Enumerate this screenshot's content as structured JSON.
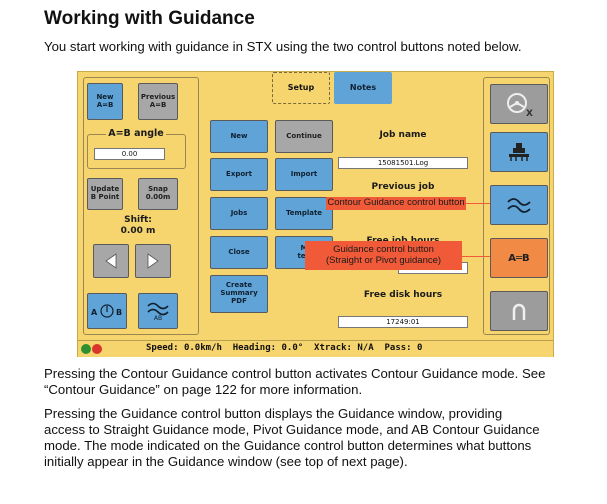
{
  "doc": {
    "title": "Working with Guidance",
    "intro": "You start working with guidance in STX using the two control buttons noted below.",
    "para1_line1": "Pressing the Contour Guidance control button activates Contour Guidance mode. See",
    "para1_line2": "“Contour Guidance” on page 122 for more information.",
    "para2_line1": "Pressing the Guidance control button displays the Guidance window, providing",
    "para2_line2": "access to Straight Guidance mode, Pivot Guidance mode, and AB Contour Guidance",
    "para2_line3": "mode. The mode indicated on the Guidance control button determines what buttons",
    "para2_line4": "initially appear in the Guidance window (see top of next page)."
  },
  "tabs": {
    "setup": "Setup",
    "notes": "Notes"
  },
  "left": {
    "new_ab_l1": "New",
    "new_ab_l2": "A=B",
    "prev_ab_l1": "Previous",
    "prev_ab_l2": "A=B",
    "ab_angle_title": "A=B angle",
    "ab_angle_value": "0.00",
    "update_l1": "Update",
    "update_l2": "B Point",
    "snap_l1": "Snap",
    "snap_l2": "0.00m",
    "shift_label": "Shift:",
    "shift_value": "0.00 m",
    "ab_icon_label": "AB"
  },
  "job": {
    "new": "New",
    "continue": "Continue",
    "export": "Export",
    "import": "Import",
    "jobs": "Jobs",
    "template": "Template",
    "close": "Close",
    "hidden_btn_l1": "M",
    "hidden_btn_l2": "ten",
    "summary_l1": "Create",
    "summary_l2": "Summary",
    "summary_l3": "PDF",
    "job_name_label": "Job name",
    "job_name_value": "15081501.Log",
    "previous_job_label": "Previous job",
    "free_job_hours_label": "Free job hours",
    "free_disk_hours_label": "Free disk hours",
    "free_disk_hours_value": "17249:01"
  },
  "right": {
    "guidance_btn_label": "A═B"
  },
  "callouts": {
    "contour": "Contour Guidance control button",
    "guidance_l1": "Guidance control button",
    "guidance_l2": "(Straight or Pivot guidance)"
  },
  "status": {
    "speed_label": "Speed:",
    "speed_value": "0.0km/h",
    "heading_label": "Heading:",
    "heading_value": "0.0°",
    "xtrack_label": "Xtrack:",
    "xtrack_value": "N/A",
    "pass_label": "Pass:",
    "pass_value": "0"
  },
  "colors": {
    "screen_bg": "#f6d56f",
    "blue_btn": "#5fa3d7",
    "grey_btn": "#a7a7a7",
    "orange_btn": "#f08a45",
    "callout": "#f05a38"
  }
}
